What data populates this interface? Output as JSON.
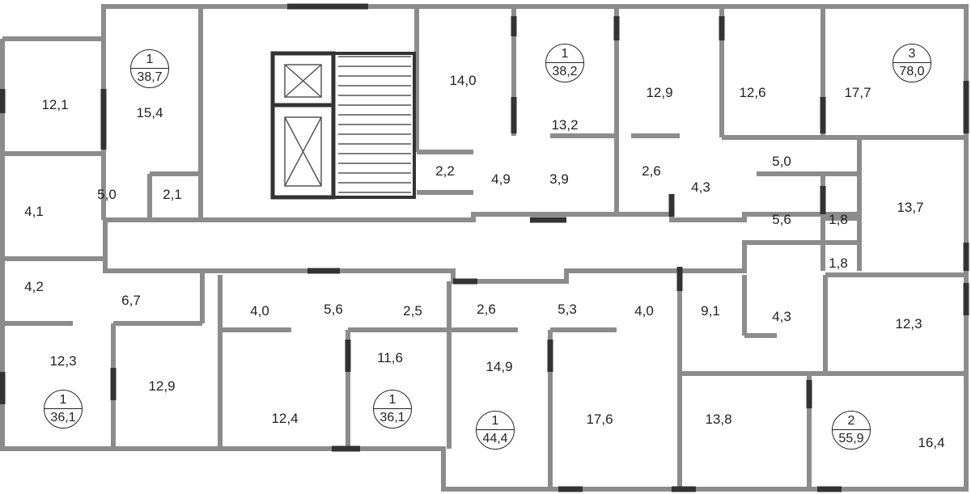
{
  "rooms": [
    "12,1",
    "15,4",
    "14,0",
    "13,2",
    "12,9",
    "12,6",
    "17,7",
    "5,0",
    "2,1",
    "4,1",
    "2,2",
    "4,9",
    "3,9",
    "2,6",
    "4,3",
    "5,0",
    "5,6",
    "1,8",
    "13,7",
    "1,8",
    "4,2",
    "6,7",
    "4,0",
    "5,6",
    "2,5",
    "2,6",
    "5,3",
    "4,0",
    "9,1",
    "4,3",
    "12,3",
    "12,3",
    "12,9",
    "11,6",
    "14,9",
    "12,4",
    "17,6",
    "13,8",
    "16,4"
  ],
  "apartments": [
    {
      "rooms": "1",
      "area": "38,7"
    },
    {
      "rooms": "1",
      "area": "38,2"
    },
    {
      "rooms": "3",
      "area": "78,0"
    },
    {
      "rooms": "1",
      "area": "36,1"
    },
    {
      "rooms": "1",
      "area": "36,1"
    },
    {
      "rooms": "1",
      "area": "44,4"
    },
    {
      "rooms": "2",
      "area": "55,9"
    }
  ],
  "colors": {
    "wall": "#8c8c8c",
    "wall_dark": "#333333",
    "window": "#bbbbbb"
  }
}
